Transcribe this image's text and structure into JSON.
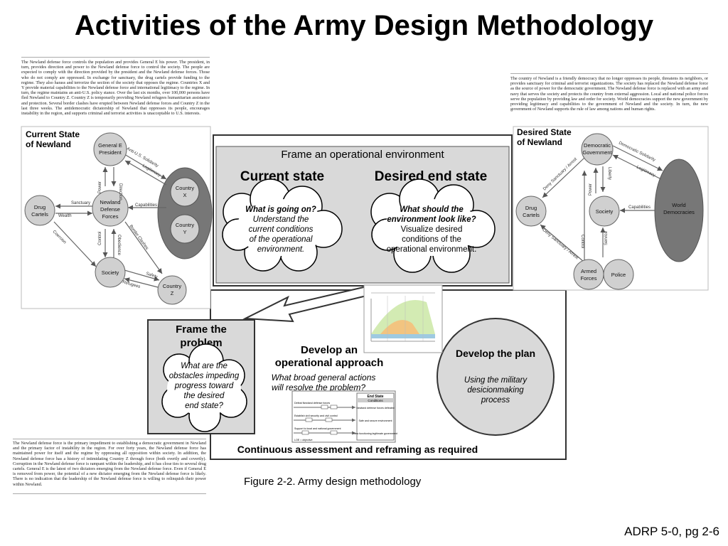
{
  "slide": {
    "title": "Activities of the Army Design Methodology",
    "figure_caption": "Figure 2-2. Army design methodology",
    "reference": "ADRP 5-0, pg 2-6"
  },
  "texts": {
    "top_left": "The Newland defense force controls the population and provides General E his power. The president, in turn, provides direction and power to the Newland defense force to control the society. The people are expected to comply with the direction provided by the president and the Newland defense forces. Those who do not comply are oppressed. In exchange for sanctuary, the drug cartels provide funding to the regime. They also harass and terrorize the section of the society that opposes the regime. Countries X and Y provide material capabilities to the Newland defense force and international legitimacy to the regime. In turn, the regime maintains an anti-U.S. policy stance. Over the last six months, over 100,000 persons have fled Newland to Country Z. Country Z is temporarily providing Newland refugees humanitarian assistance and protection. Several border clashes have erupted between Newland defense forces and Country Z in the last three weeks. The antidemocratic dictatorship of Newland that oppresses its people, encourages instability in the region, and supports criminal and terrorist activities is unacceptable to U.S. interests.",
    "top_right": "The country of Newland is a friendly democracy that no longer oppresses its people, threatens its neighbors, or provides sanctuary for criminal and terrorist organizations. The society has replaced the Newland defense force as the source of power for the democratic government. The Newland defense force is replaced with an army and navy that serves the society and protects the country from external aggression. Local and national police forces serve the population by providing law and order for society. World democracies support the new government by providing legitimacy and capabilities to the government of Newland and the society. In turn, the new government of Newland supports the rule of law among nations and human rights.",
    "bottom_left": "The Newland defense force is the primary impediment to establishing a democratic government in Newland and the primary factor of instability in the region. For over forty years, the Newland defense force has maintained power for itself and the regime by oppressing all opposition within society. In addition, the Newland defense force has a history of intimidating Country Z through force (both overtly and covertly). Corruption in the Newland defense force is rampant within the leadership, and it has close ties to several drug cartels. General E is the latest of two dictators emerging from the Newland defense force. Even if General E is removed from power, the potential of a new dictator emerging from the Newland defense force is likely. There is no indication that the leadership of the Newland defense force is willing to relinquish their power within Newland."
  },
  "current_state": {
    "title_line1": "Current State",
    "title_line2": "of Newland",
    "nodes": {
      "president_1": "General E",
      "president_2": "President",
      "forces_1": "Newland",
      "forces_2": "Defense",
      "forces_3": "Forces",
      "cartels_1": "Drug",
      "cartels_2": "Cartels",
      "society": "Society",
      "countryx_1": "Country",
      "countryx_2": "X",
      "countryy_1": "Country",
      "countryy_2": "Y",
      "countryz_1": "Country",
      "countryz_2": "Z"
    },
    "edges": {
      "anti_us": "Anti-U.S. Solidarity",
      "legitimacy": "Legitimacy",
      "direction": "Direction",
      "power": "Power",
      "sanctuary": "Sanctuary",
      "wealth": "Wealth",
      "capabilities": "Capabilities",
      "coercion": "Coercion",
      "control": "Control",
      "obedience": "Obedience",
      "border_clashes": "Border Clashes",
      "safety": "Safety",
      "refugees": "Refugees"
    }
  },
  "desired_state": {
    "title_line1": "Desired State",
    "title_line2": "of Newland",
    "nodes": {
      "gov_1": "Democratic",
      "gov_2": "Government",
      "cartels_1": "Drug",
      "cartels_2": "Cartels",
      "society": "Society",
      "world_1": "World",
      "world_2": "Democracies",
      "armed_1": "Armed",
      "armed_2": "Forces",
      "police": "Police"
    },
    "edges": {
      "solidarity": "Democratic Solidarity",
      "legitimacy": "Legitimacy",
      "deny_1": "Deny Sanctuary / Arrest",
      "liberty": "Liberty",
      "power": "Power",
      "capabilities": "Capabilities",
      "control": "Control",
      "deny_2": "Deny Sanctuary / Arrest",
      "service": "Service"
    }
  },
  "methodology": {
    "frame_env": "Frame an operational environment",
    "current_state": "Current state",
    "desired_end_state": "Desired end state",
    "cloud1_q1": "What is going on?",
    "cloud1_l1": "Understand the",
    "cloud1_l2": "current conditions",
    "cloud1_l3": "of the operational",
    "cloud1_l4": "environment.",
    "cloud2_q1": "What should the",
    "cloud2_q2": "environment look like?",
    "cloud2_l1": "Visualize desired",
    "cloud2_l2": "conditions of the",
    "cloud2_l3": "operational environment.",
    "frame_problem_1": "Frame the",
    "frame_problem_2": "problem",
    "fp_cloud_1": "What are the",
    "fp_cloud_2": "obstacles impeding",
    "fp_cloud_3": "progress toward",
    "fp_cloud_4": "the desired",
    "fp_cloud_5": "end state?",
    "approach_1": "Develop an",
    "approach_2": "operational approach",
    "approach_q1": "What broad general actions",
    "approach_q2": "will resolve the problem?",
    "plan_title": "Develop the plan",
    "plan_l1": "Using the military",
    "plan_l2": "desicionmaking",
    "plan_l3": "process",
    "continuous": "Continuous assessment and reframing as required"
  },
  "approach_table": {
    "end_state": "End State",
    "conditions": "Conditions",
    "rows": [
      {
        "line": "Defeat Newland defense forces",
        "cond": "Newland defense forces defeated"
      },
      {
        "line": "Establish civil security and civil control",
        "cond": "Safe and secure environment"
      },
      {
        "line": "Support to local and national government",
        "cond": "New functioning legitimate government"
      }
    ],
    "legend": "LOE = objective"
  }
}
